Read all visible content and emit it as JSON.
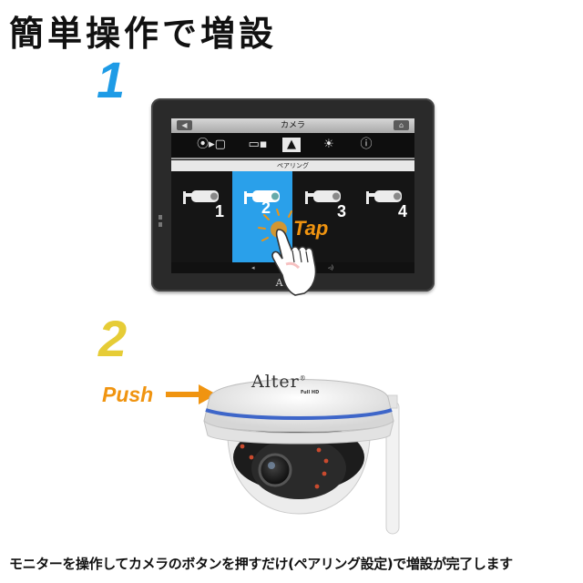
{
  "title": "簡単操作で増設",
  "steps": [
    "1",
    "2"
  ],
  "monitor": {
    "screen_title": "カメラ",
    "tab_label": "ペアリング",
    "channels": [
      "1",
      "2",
      "3",
      "4"
    ],
    "active_channel": "2",
    "brand": "Alter"
  },
  "tap_label": "Tap",
  "push_label": "Push",
  "camera": {
    "brand": "Alter",
    "brand_mark": "®",
    "model_badge": "Full HD"
  },
  "caption": "モニターを操作してカメラのボタンを押すだけ(ペアリング設定)で増設が完了します",
  "colors": {
    "step1": "#1e9be6",
    "step2": "#e6cc36",
    "accent": "#f09410",
    "highlight": "#2aa0ea"
  }
}
